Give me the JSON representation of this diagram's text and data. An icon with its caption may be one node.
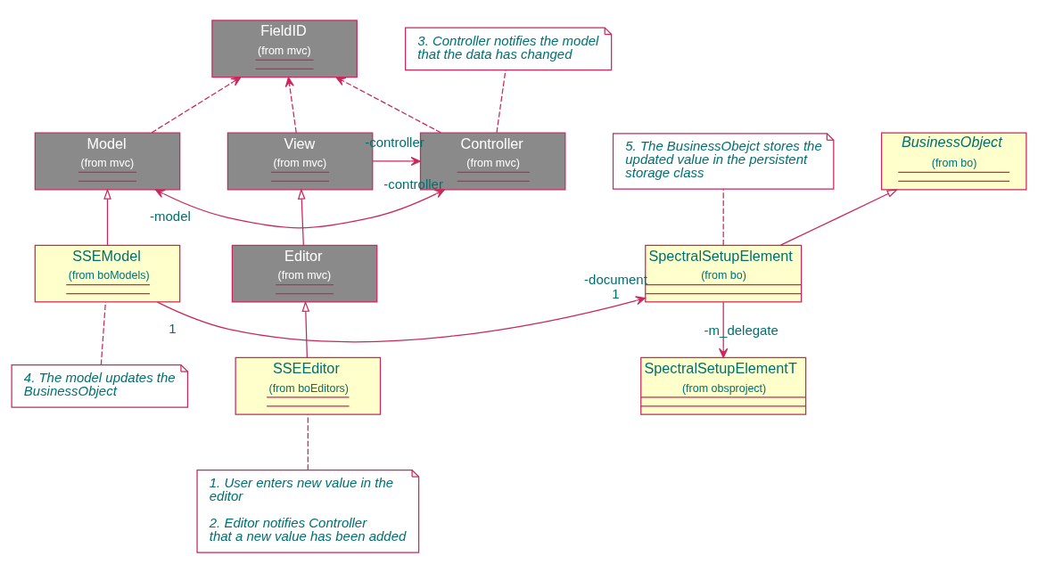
{
  "diagram": {
    "nodes": [
      {
        "text": [
          "4. The model updates the BusinessObject"
        ]
      },
      {
        "text": [
          "FieldID",
          "(from mvc)"
        ]
      },
      {
        "text": [
          "BusinessObject",
          "(from bo)"
        ]
      },
      {
        "text": [
          "Model",
          "(from mvc)"
        ]
      },
      {
        "text": [
          "Controller",
          "(from mvc)"
        ]
      },
      {
        "text": [
          "View",
          "(from mvc)"
        ]
      },
      {
        "text": [
          "SpectralSetupElement",
          "(from bo)"
        ]
      },
      {
        "text": [
          "SSEModel",
          "(from boModels)"
        ]
      },
      {
        "text": [
          "3. Controller notifies the model that the data has changed"
        ]
      },
      {
        "text": [
          "Editor",
          "(from mvc)"
        ]
      },
      {
        "text": [
          "SpectralSetupElementT",
          "(from obsproject)"
        ]
      },
      {
        "text": [
          "5. The BusinessObejct stores the updated value in the persistent storage class"
        ]
      },
      {
        "text": [
          "1. User enters new value in the editor",
          "2. Editor notifies Controller that a new value has been added"
        ]
      },
      {
        "text": [
          "SSEEditor",
          "(from boEditors)"
        ]
      }
    ],
    "edges": [
      {
        "from": 3,
        "to": 1,
        "arrow": "to",
        "style": "dashed"
      },
      {
        "from": 4,
        "to": 1,
        "arrow": "to",
        "style": "dashed"
      },
      {
        "from": 5,
        "to": 1,
        "arrow": "to",
        "style": "dashed"
      },
      {
        "from": 3,
        "to": 4,
        "arrow": "both"
      },
      {
        "from": 5,
        "to": 4,
        "arrow": "to"
      },
      {
        "from": 6,
        "to": 2,
        "arrow": "to"
      },
      {
        "from": 7,
        "to": 3,
        "arrow": "to"
      },
      {
        "from": 9,
        "to": 5,
        "arrow": "to"
      },
      {
        "from": 13,
        "to": 9,
        "arrow": "to"
      },
      {
        "from": 7,
        "to": 6,
        "arrow": "to"
      },
      {
        "from": 6,
        "to": 10,
        "arrow": "to"
      },
      {
        "from": 0,
        "to": 7,
        "arrow": "none",
        "style": "dashed"
      },
      {
        "from": 4,
        "to": 8,
        "arrow": "none",
        "style": "dashed"
      },
      {
        "from": 6,
        "to": 11,
        "arrow": "none",
        "style": "dashed"
      },
      {
        "from": 12,
        "to": 13,
        "arrow": "none",
        "style": "dashed"
      }
    ],
    "labels": [
      "-model",
      "-controller",
      "-controller",
      "-document",
      "1",
      "1",
      "-m_delegate"
    ]
  }
}
